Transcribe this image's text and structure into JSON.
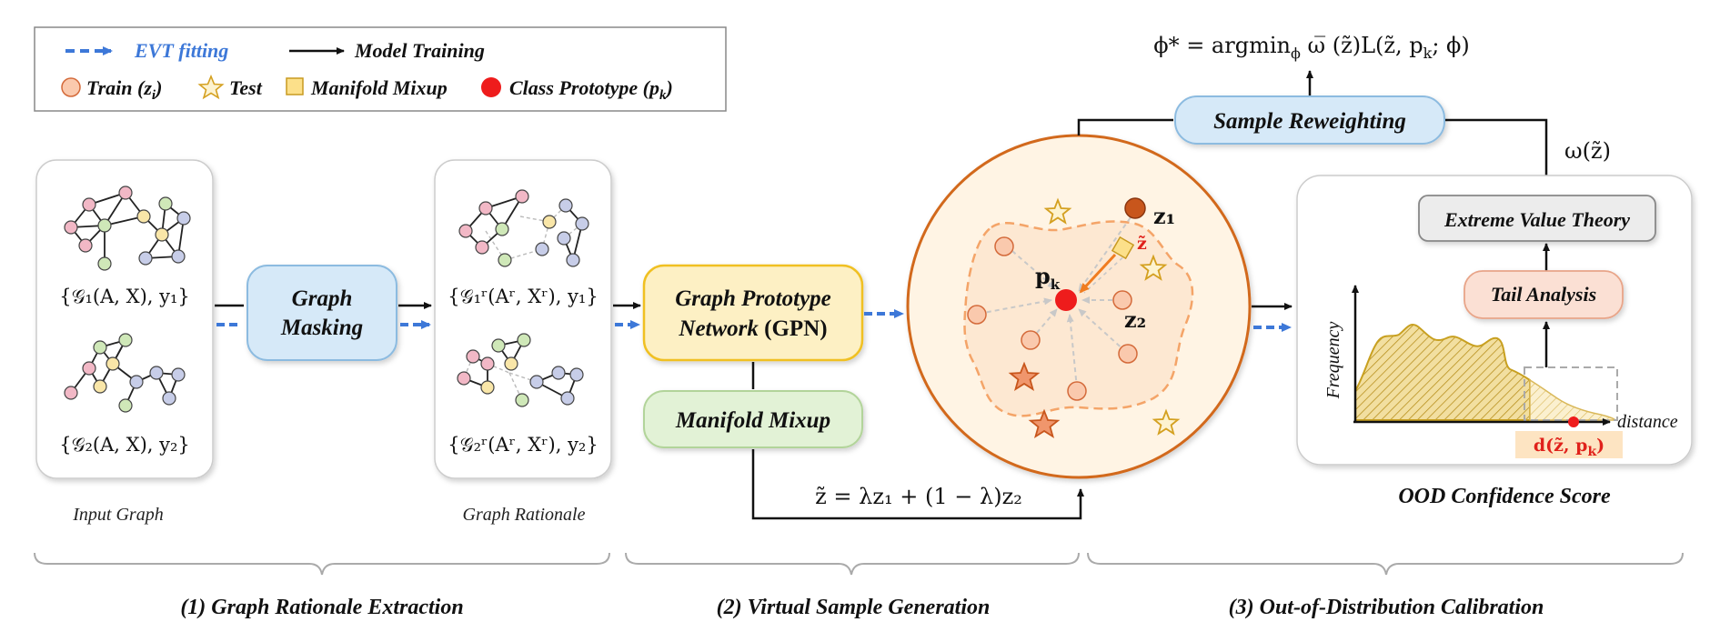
{
  "legend": {
    "evt_fitting": "EVT fitting",
    "model_training": "Model Training",
    "train": "Train (z",
    "train_sub": "i",
    "train_close": ")",
    "test": "Test",
    "manifold_mixup": "Manifold Mixup",
    "class_prototype": "Class Prototype (p",
    "class_prototype_sub": "k",
    "class_prototype_close": ")"
  },
  "stage1": {
    "graph1_label": "{𝒢₁(A, X), y₁}",
    "graph2_label": "{𝒢₂(A, X), y₂}",
    "input_caption": "Input Graph",
    "masking_line1": "Graph",
    "masking_line2": "Masking",
    "rationale1_label": "{𝒢₁ʳ(Aʳ, Xʳ), y₁}",
    "rationale2_label": "{𝒢₂ʳ(Aʳ, Xʳ), y₂}",
    "rationale_caption": "Graph Rationale",
    "section_label": "(1) Graph Rationale Extraction"
  },
  "stage2": {
    "gpn_line1": "Graph Prototype",
    "gpn_line2a": "Network",
    "gpn_line2b": "(GPN)",
    "mixup_label": "Manifold Mixup",
    "mixup_formula": "z̃ = λz₁ + (1 − λ)z₂",
    "pk_label": "p",
    "pk_sub": "k",
    "z1_label": "z₁",
    "z2_label": "z₂",
    "ztilde_label": "z̃",
    "section_label": "(2) Virtual Sample Generation"
  },
  "stage3": {
    "objective": "ϕ* = argmin",
    "objective_sub": "ϕ",
    "objective_rest": " ω̅ (z̃)L(z̃, p",
    "objective_rest_sub": "k",
    "objective_end": "; ϕ)",
    "reweighting_label": "Sample Reweighting",
    "omega_label": "ω(z̃)",
    "evt_label": "Extreme Value Theory",
    "tail_label": "Tail Analysis",
    "y_axis": "Frequency",
    "x_axis": "distance",
    "distance_marker": "d(z̃, p",
    "distance_marker_sub": "k",
    "distance_marker_end": ")",
    "ood_caption": "OOD Confidence Score",
    "section_label": "(3) Out-of-Distribution Calibration"
  },
  "colors": {
    "evt_blue": "#3d78d8",
    "masking_fill": "#d6e9f8",
    "gpn_fill": "#fdf0c4",
    "gpn_stroke": "#f0c020",
    "mixup_fill": "#e2f2d6",
    "circle_fill": "#fff4e4",
    "circle_stroke": "#d2691e",
    "prototype_red": "#ee1c1c",
    "tail_fill": "#fbe0d4",
    "hist_fill": "#e6c86a"
  }
}
